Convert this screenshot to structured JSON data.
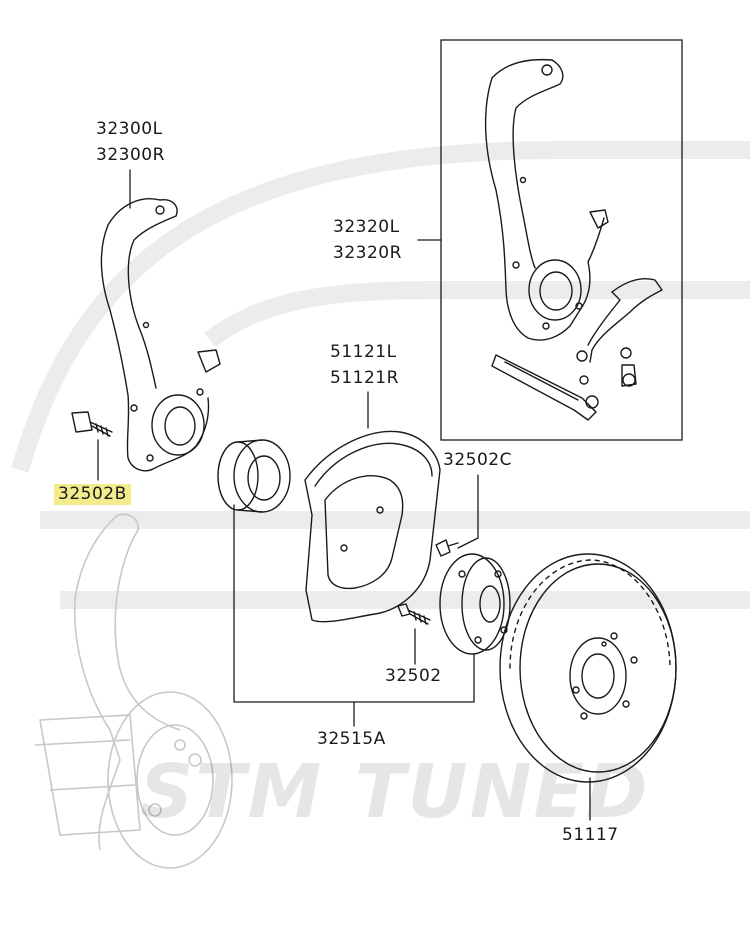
{
  "labels": {
    "knuckle": [
      "32300L",
      "32300R"
    ],
    "bolt_b": "32502B",
    "knuckle_inset": [
      "32320L",
      "32320R"
    ],
    "dust_shield": [
      "51121L",
      "51121R"
    ],
    "bolt_c": "32502C",
    "bolt": "32502",
    "hub_assembly": "32515A",
    "rotor": "51117"
  },
  "watermark": {
    "left": "STM",
    "right": "TUNED"
  },
  "highlight_color": "#f2ec8c",
  "line_color": "#1a1a1a"
}
